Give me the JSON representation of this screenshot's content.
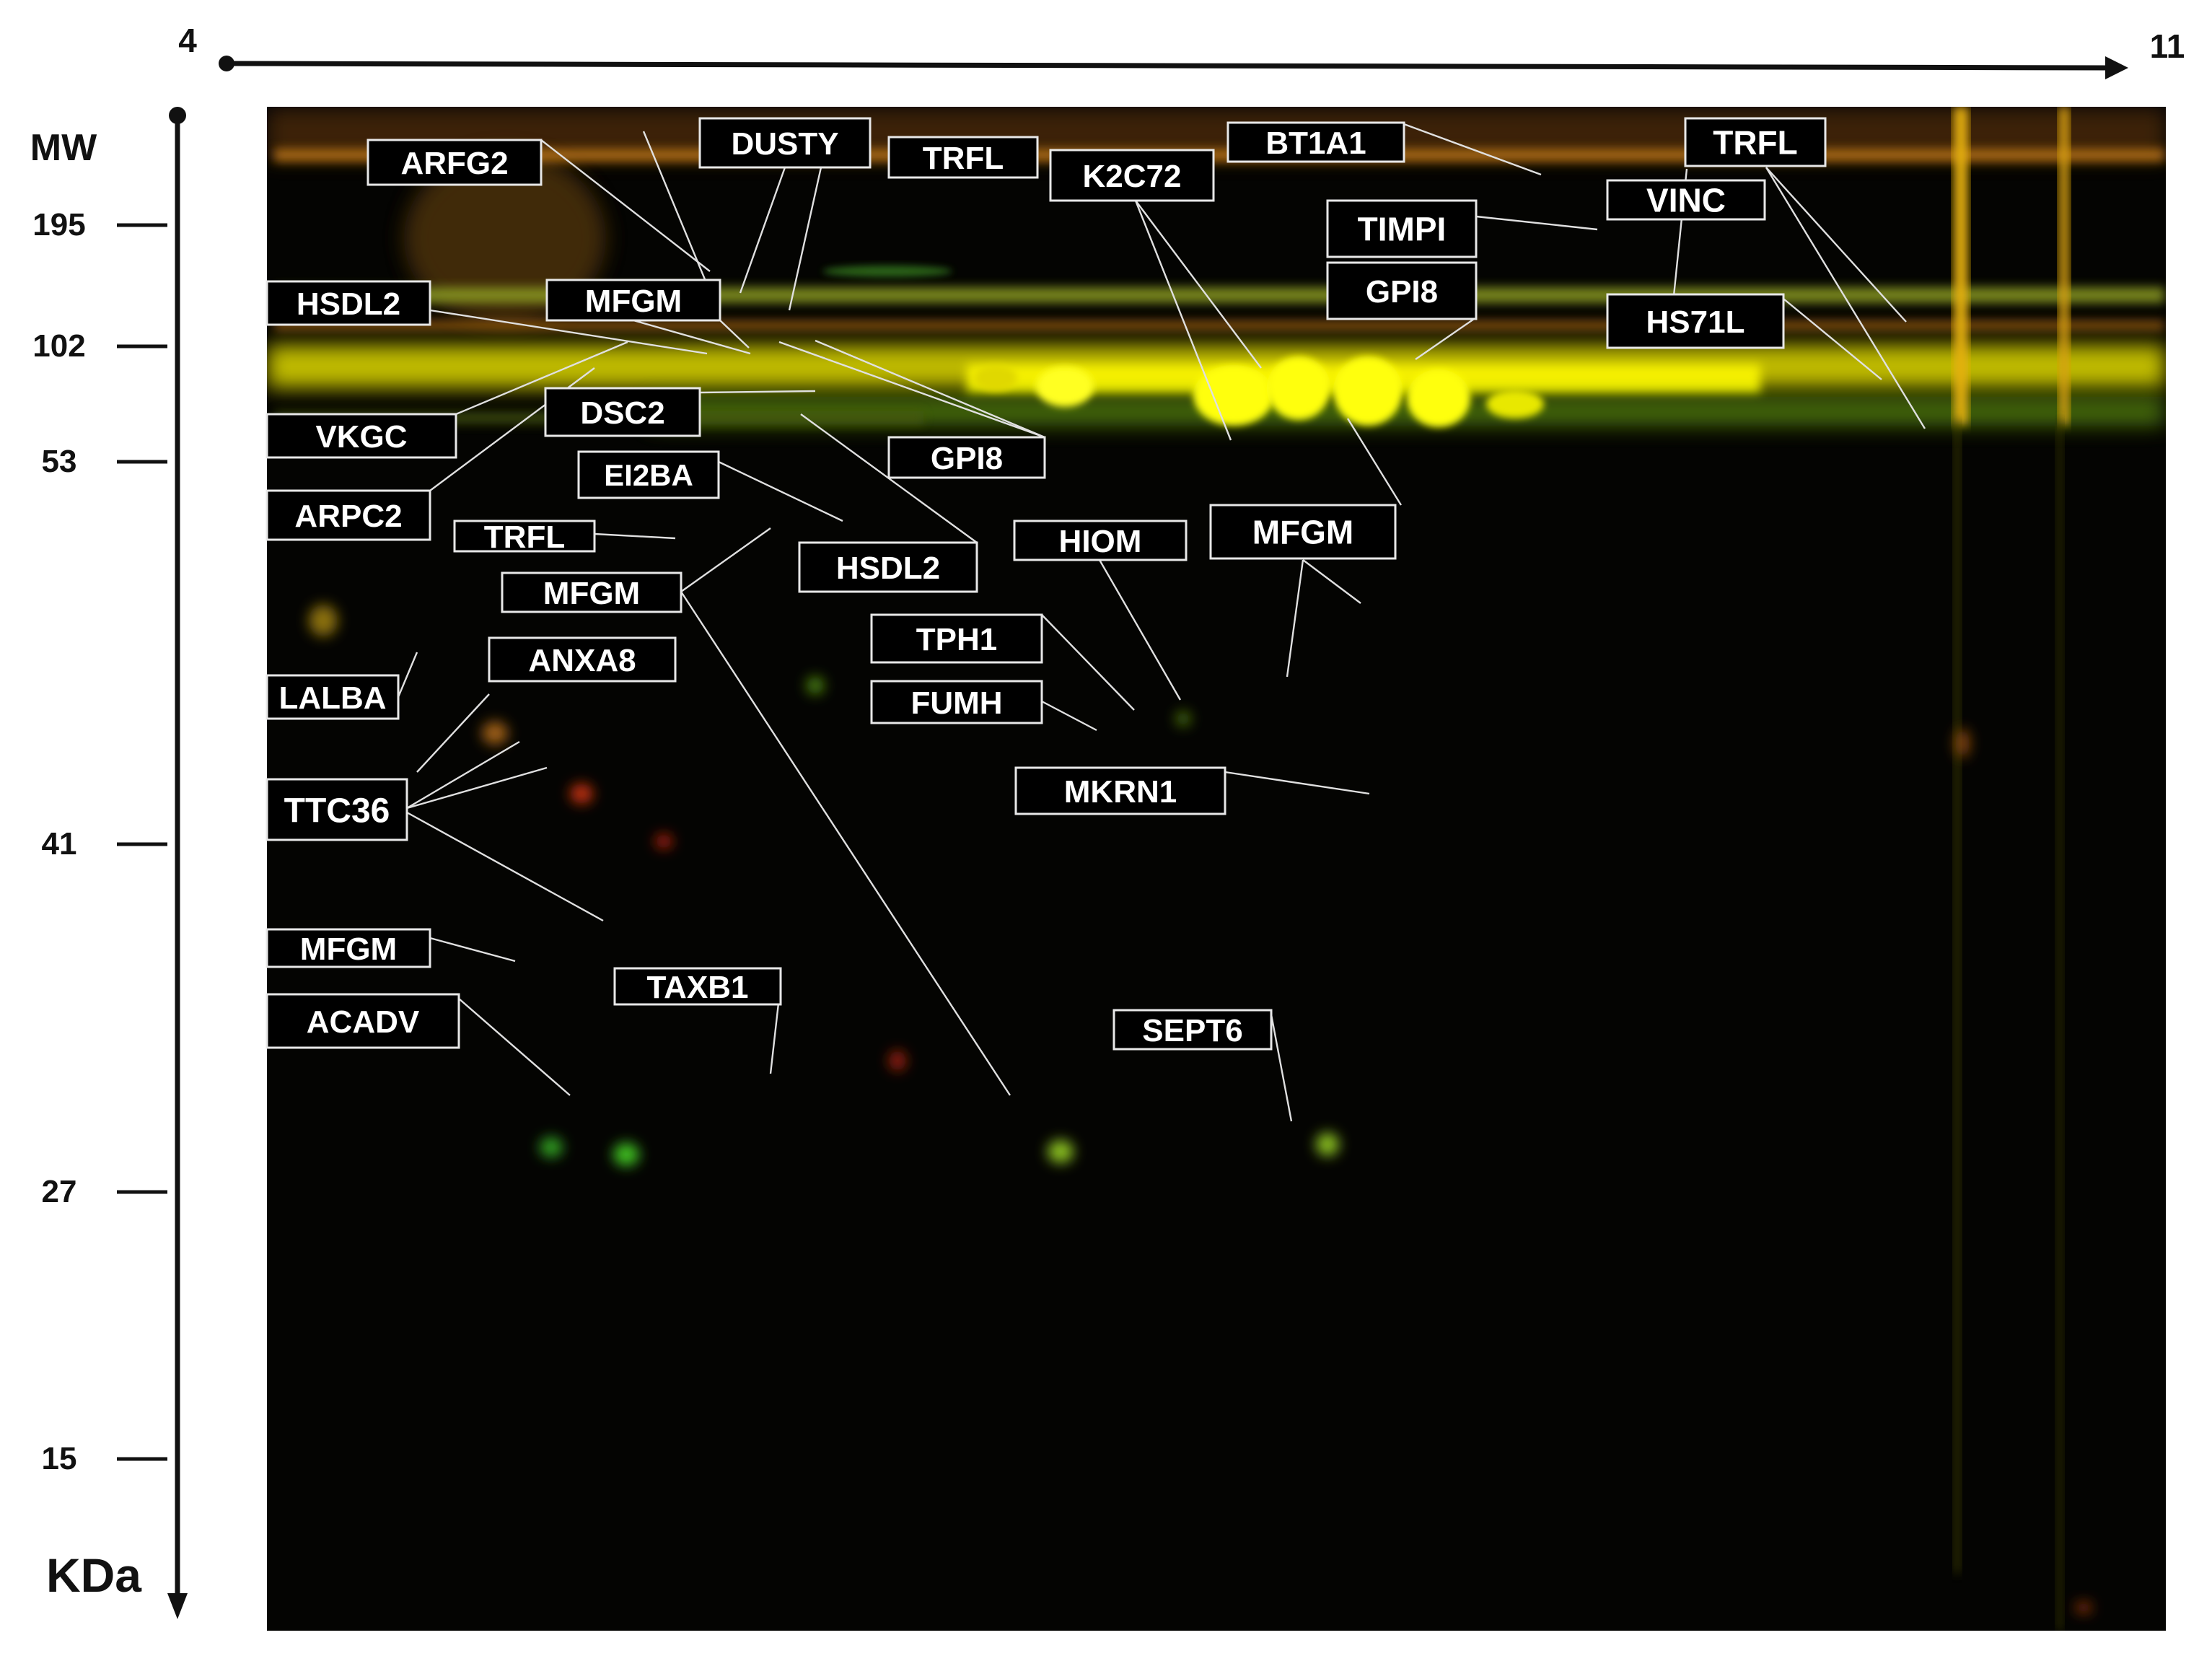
{
  "colors": {
    "background": "#ffffff",
    "gel_background": "#040402",
    "band_yellow": "#f5f000",
    "band_orange": "#e08a10",
    "band_green": "#3fae2a",
    "spot_red": "#c23010",
    "label_text": "#ffffff",
    "label_border": "#e8e8e8",
    "axis_color": "#111111"
  },
  "axes": {
    "pi_start": "4",
    "pi_end": "11",
    "mw_title": "MW",
    "mw_unit": "KDa",
    "mw_ticks": [
      "195",
      "102",
      "53",
      "41",
      "27",
      "15"
    ]
  },
  "labels": [
    "ARFG2",
    "DUSTY",
    "TRFL",
    "K2C72",
    "BT1A1",
    "TRFL",
    "VINC",
    "TIMPI",
    "GPI8",
    "HS71L",
    "HSDL2",
    "MFGM",
    "VKGC",
    "DSC2",
    "GPI8",
    "ARPC2",
    "EI2BA",
    "TRFL",
    "HSDL2",
    "HIOM",
    "MFGM",
    "MFGM",
    "ANXA8",
    "TPH1",
    "LALBA",
    "FUMH",
    "TTC36",
    "MKRN1",
    "MFGM",
    "TAXB1",
    "ACADV",
    "SEPT6"
  ]
}
